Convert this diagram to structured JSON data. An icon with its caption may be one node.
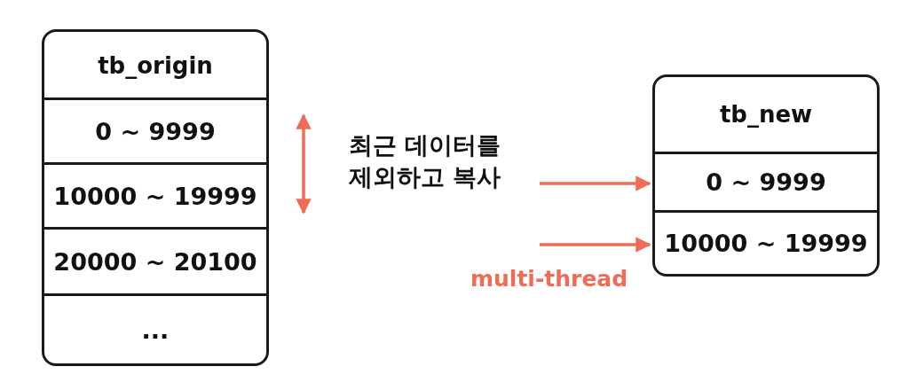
{
  "diagram": {
    "nodes": [
      {
        "text": [
          "tb_origin"
        ]
      },
      {
        "text": [
          "0 ~ 9999"
        ],
        "in": 0
      },
      {
        "text": [
          "10000 ~ 19999"
        ],
        "in": 0
      },
      {
        "text": [
          "20000 ~ 20100"
        ],
        "in": 0
      },
      {
        "text": [
          "..."
        ],
        "in": 0
      },
      {
        "text": [
          "tb_new"
        ]
      },
      {
        "text": [
          "0 ~ 9999"
        ],
        "in": 5
      },
      {
        "text": [
          "10000 ~ 19999"
        ],
        "in": 5
      }
    ],
    "edges": [
      {
        "from": null,
        "to": 6,
        "arrow": "to",
        "color": "#ef6c57"
      },
      {
        "from": null,
        "to": 7,
        "arrow": "to",
        "color": "#ef6c57"
      }
    ],
    "labels": [
      "최근 데이터를 제외하고 복사",
      "multi-thread"
    ]
  }
}
